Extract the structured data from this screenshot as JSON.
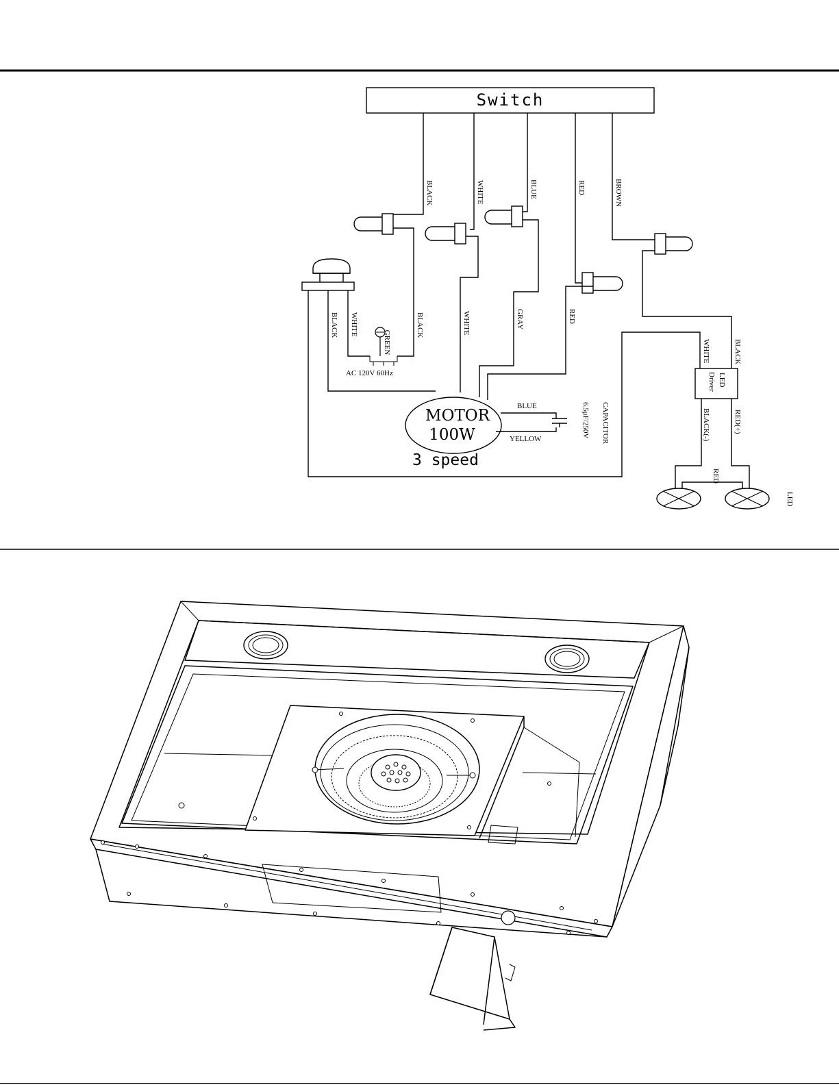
{
  "diagram": {
    "switch_label": "Switch",
    "wires_top": [
      "BLACK",
      "WHITE",
      "BLUE",
      "RED",
      "BROWN"
    ],
    "wires_mid": [
      "BLACK",
      "WHITE",
      "BLACK",
      "WHITE",
      "GRAY",
      "RED"
    ],
    "ground_label": "GREEN",
    "power_label": "AC 120V 60Hz",
    "motor_label_1": "MOTOR",
    "motor_label_2": "100W",
    "speed_label": "3 speed",
    "capacitor_label_1": "CAPACITOR",
    "capacitor_label_2": "6.5μF/250V",
    "motor_lead_blue": "BLUE",
    "motor_lead_yellow": "YELLOW",
    "driver_label_1": "LED",
    "driver_label_2": "Driver",
    "driver_in_white": "WHITE",
    "driver_in_black": "BLACK",
    "driver_out_neg": "BLACK(-)",
    "driver_out_pos": "RED(+)",
    "led_link": "RED",
    "led_label": "LED"
  }
}
